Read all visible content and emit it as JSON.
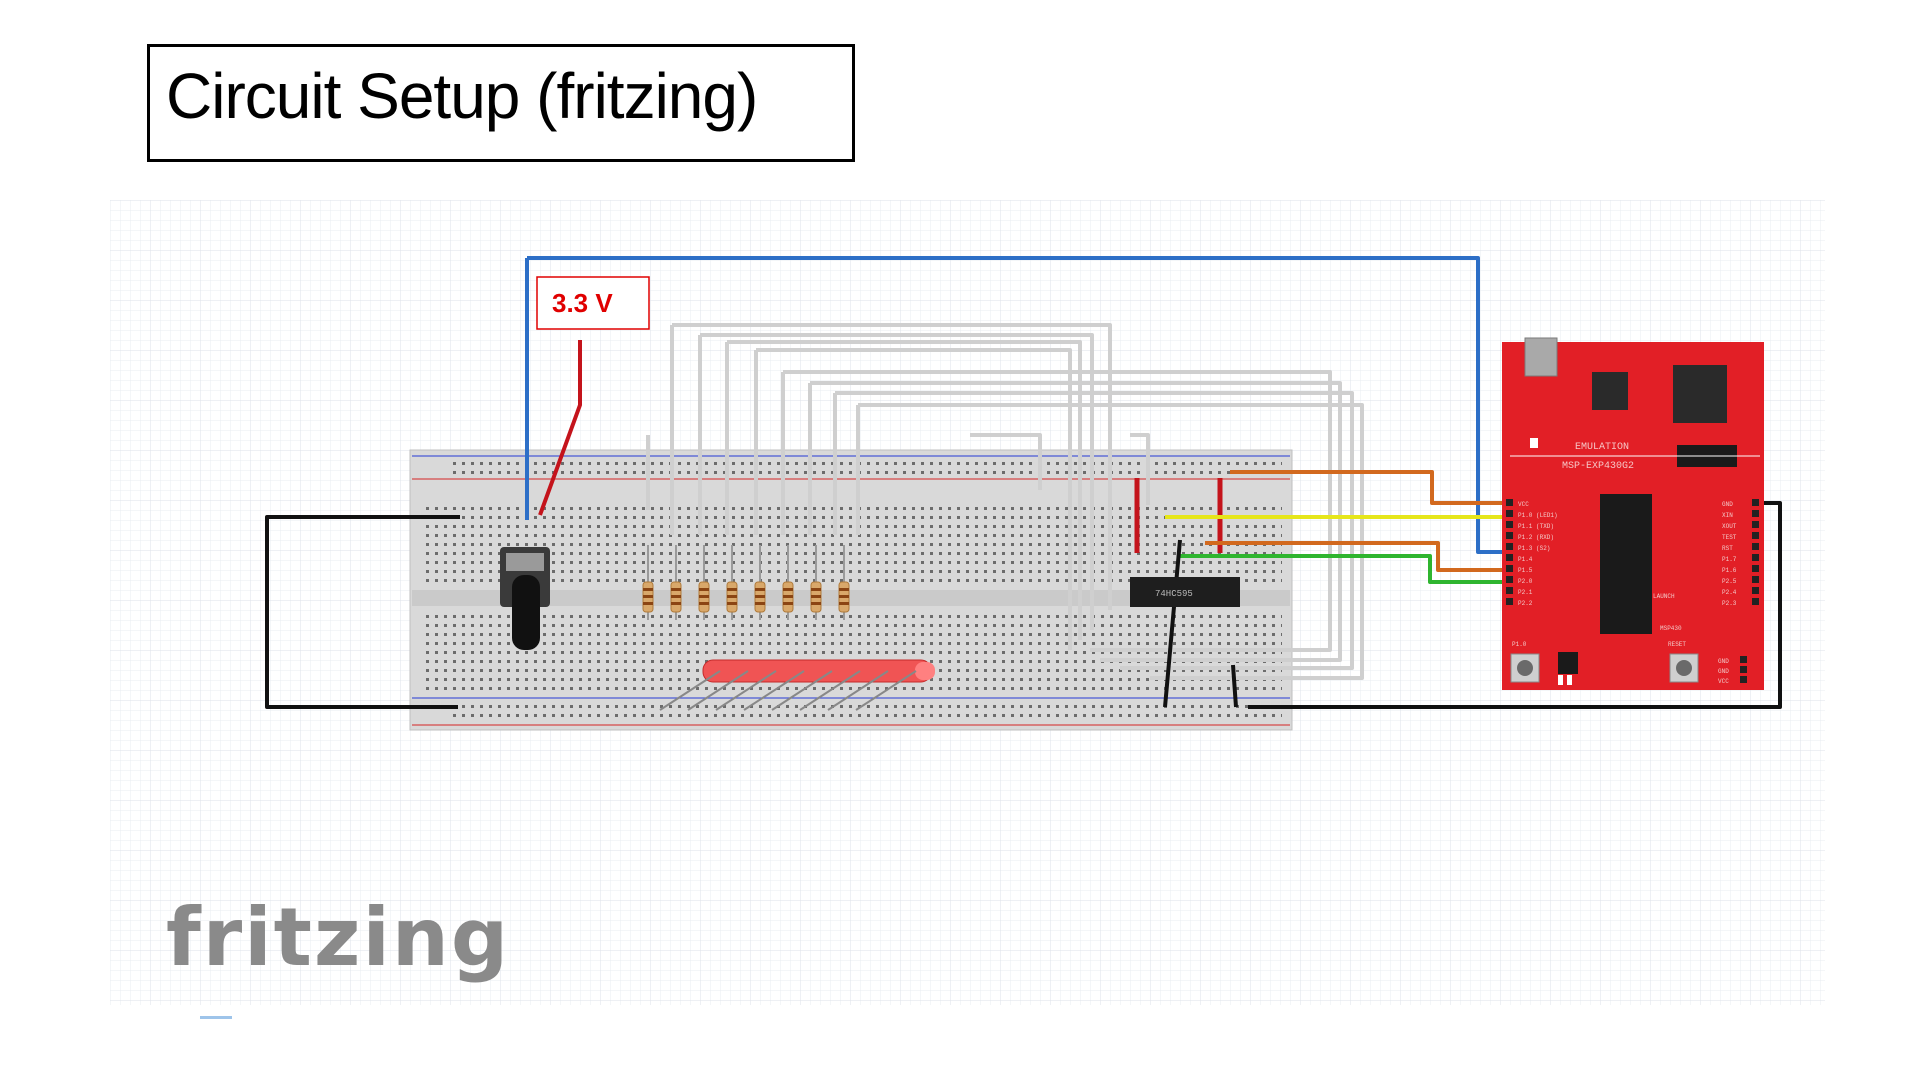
{
  "title": "Circuit Setup (fritzing)",
  "annotations": {
    "voltage_label": "3.3 V"
  },
  "components": {
    "shift_register_label": "74HC595",
    "board": {
      "name_line1": "EMULATION",
      "name_line2": "MSP-EXP430G2",
      "left_pins": [
        "VCC",
        "P1.0 (LED1)",
        "P1.1 (TXD)",
        "P1.2 (RXD)",
        "P1.3 (S2)",
        "P1.4",
        "P1.5",
        "P2.0",
        "P2.1",
        "P2.2"
      ],
      "right_pins": [
        "GND",
        "XIN",
        "XOUT",
        "TEST",
        "RST",
        "P1.7",
        "P1.6",
        "P2.5",
        "P2.4",
        "P2.3"
      ],
      "center_labels": [
        "P1.0",
        "RESET",
        "LAUNCH",
        "MSP430"
      ],
      "bottom_right_pins": [
        "GND",
        "GND",
        "VCC"
      ]
    }
  },
  "logo": {
    "text": "fritzing"
  },
  "colors": {
    "wire_blue": "#2d6fc7",
    "wire_red": "#c4131b",
    "wire_black": "#111111",
    "wire_orange": "#d2691e",
    "wire_yellow": "#e6e61a",
    "wire_green": "#2fb52f",
    "wire_gray": "#cfcfcf",
    "board_red": "#e21f26",
    "label_red": "#e00000",
    "logo_gray": "#8a8a8a"
  }
}
